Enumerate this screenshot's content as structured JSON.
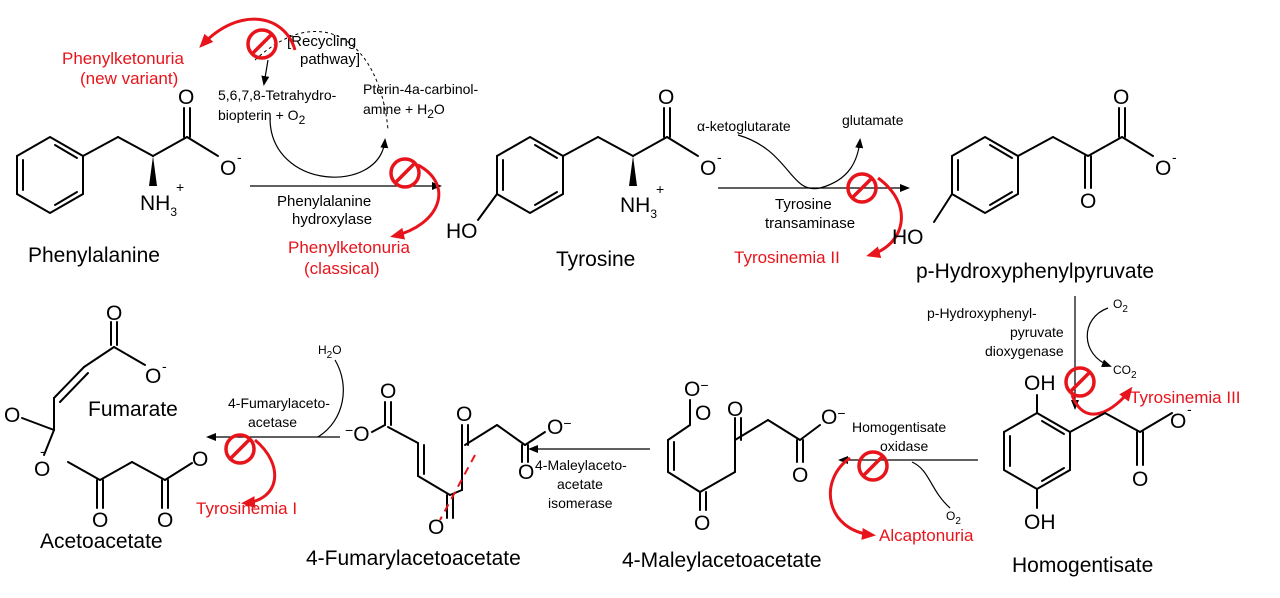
{
  "compounds": {
    "phenylalanine": "Phenylalanine",
    "tyrosine": "Tyrosine",
    "php": "p-Hydroxyphenylpyruvate",
    "homogentisate": "Homogentisate",
    "maleyl": "4-Maleylacetoacetate",
    "fumarylaa": "4-Fumarylacetoacetate",
    "fumarate": "Fumarate",
    "acetoacetate": "Acetoacetate"
  },
  "enzymes": {
    "pah_1": "Phenylalanine",
    "pah_2": "hydroxylase",
    "tat_1": "Tyrosine",
    "tat_2": "transaminase",
    "hppd_1": "p-Hydroxyphenyl-",
    "hppd_2": "pyruvate",
    "hppd_3": "dioxygenase",
    "hgd_1": "Homogentisate",
    "hgd_2": "oxidase",
    "mai_1": "4-Maleylaceto-",
    "mai_2": "acetate",
    "mai_3": "isomerase",
    "fah_1": "4-Fumarylaceto-",
    "fah_2": "acetase"
  },
  "diseases": {
    "pku_new_1": "Phenylketonuria",
    "pku_new_2": "(new variant)",
    "pku_classic_1": "Phenylketonuria",
    "pku_classic_2": "(classical)",
    "tyr2": "Tyrosinemia II",
    "tyr3": "Tyrosinemia III",
    "alcap": "Alcaptonuria",
    "tyr1": "Tyrosinemia I"
  },
  "cofactors": {
    "recycling_1": "[Recycling",
    "recycling_2": "pathway]",
    "bh4_1": "5,6,7,8-Tetrahydro-",
    "bh4_2": "biopterin + O",
    "pterin_1": "Pterin-4a-carbinol-",
    "pterin_2": "amine + H",
    "pterin_2b": "O",
    "akg": "α-ketoglutarate",
    "glu": "glutamate",
    "o2": "O",
    "co2": "CO",
    "h2o": "H",
    "h2o_b": "O",
    "sub2": "2"
  },
  "atoms": {
    "O": "O",
    "Ominus": "O",
    "minus": "-",
    "minus2": "−",
    "NH3": "NH",
    "sub3": "3",
    "plus": "+",
    "HO": "HO",
    "OH": "OH"
  },
  "colors": {
    "accent": "#e8141b",
    "ink": "#000000"
  }
}
